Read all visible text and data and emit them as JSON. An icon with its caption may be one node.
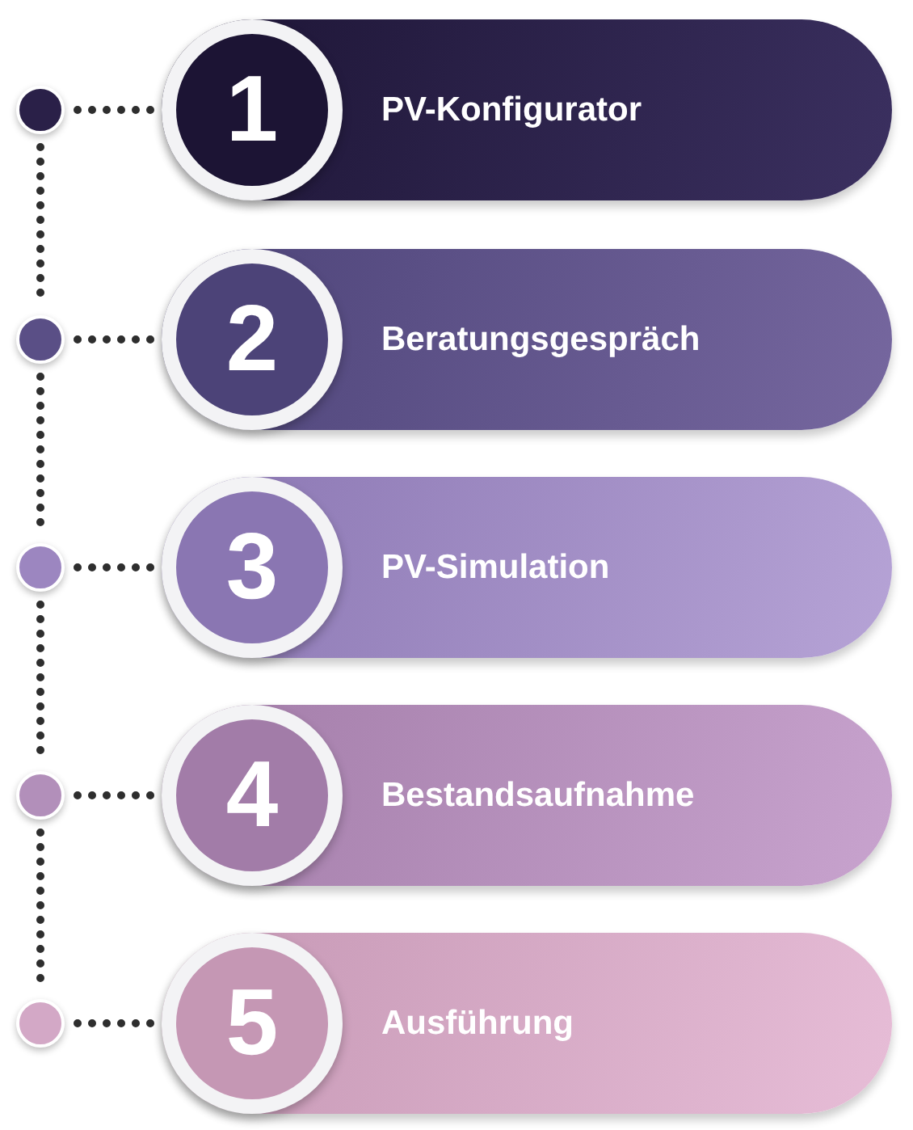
{
  "diagram": {
    "nodes": [
      {
        "text": [],
        "shape": "circle"
      },
      {
        "text": [
          "1",
          "PV-Konfigurator"
        ]
      },
      {
        "text": [],
        "shape": "circle"
      },
      {
        "text": [
          "2",
          "Beratungsgespräch"
        ]
      },
      {
        "text": [],
        "shape": "circle"
      },
      {
        "text": [
          "3",
          "PV-Simulation"
        ]
      },
      {
        "text": [],
        "shape": "circle"
      },
      {
        "text": [
          "4",
          "Bestandsaufnahme"
        ]
      },
      {
        "text": [],
        "shape": "circle"
      },
      {
        "text": [
          "5",
          "Ausführung"
        ]
      }
    ],
    "edges": [
      {
        "from": 0,
        "to": 1,
        "arrow": "none",
        "style": "dashed"
      },
      {
        "from": 2,
        "to": 3,
        "arrow": "none",
        "style": "dashed"
      },
      {
        "from": 4,
        "to": 5,
        "arrow": "none",
        "style": "dashed"
      },
      {
        "from": 6,
        "to": 7,
        "arrow": "none",
        "style": "dashed"
      },
      {
        "from": 8,
        "to": 9,
        "arrow": "none",
        "style": "dashed"
      },
      {
        "from": 0,
        "to": 2,
        "arrow": "none",
        "style": "dashed"
      },
      {
        "from": 2,
        "to": 4,
        "arrow": "none",
        "style": "dashed"
      },
      {
        "from": 4,
        "to": 6,
        "arrow": "none",
        "style": "dashed"
      },
      {
        "from": 6,
        "to": 8,
        "arrow": "none",
        "style": "dashed"
      }
    ]
  }
}
